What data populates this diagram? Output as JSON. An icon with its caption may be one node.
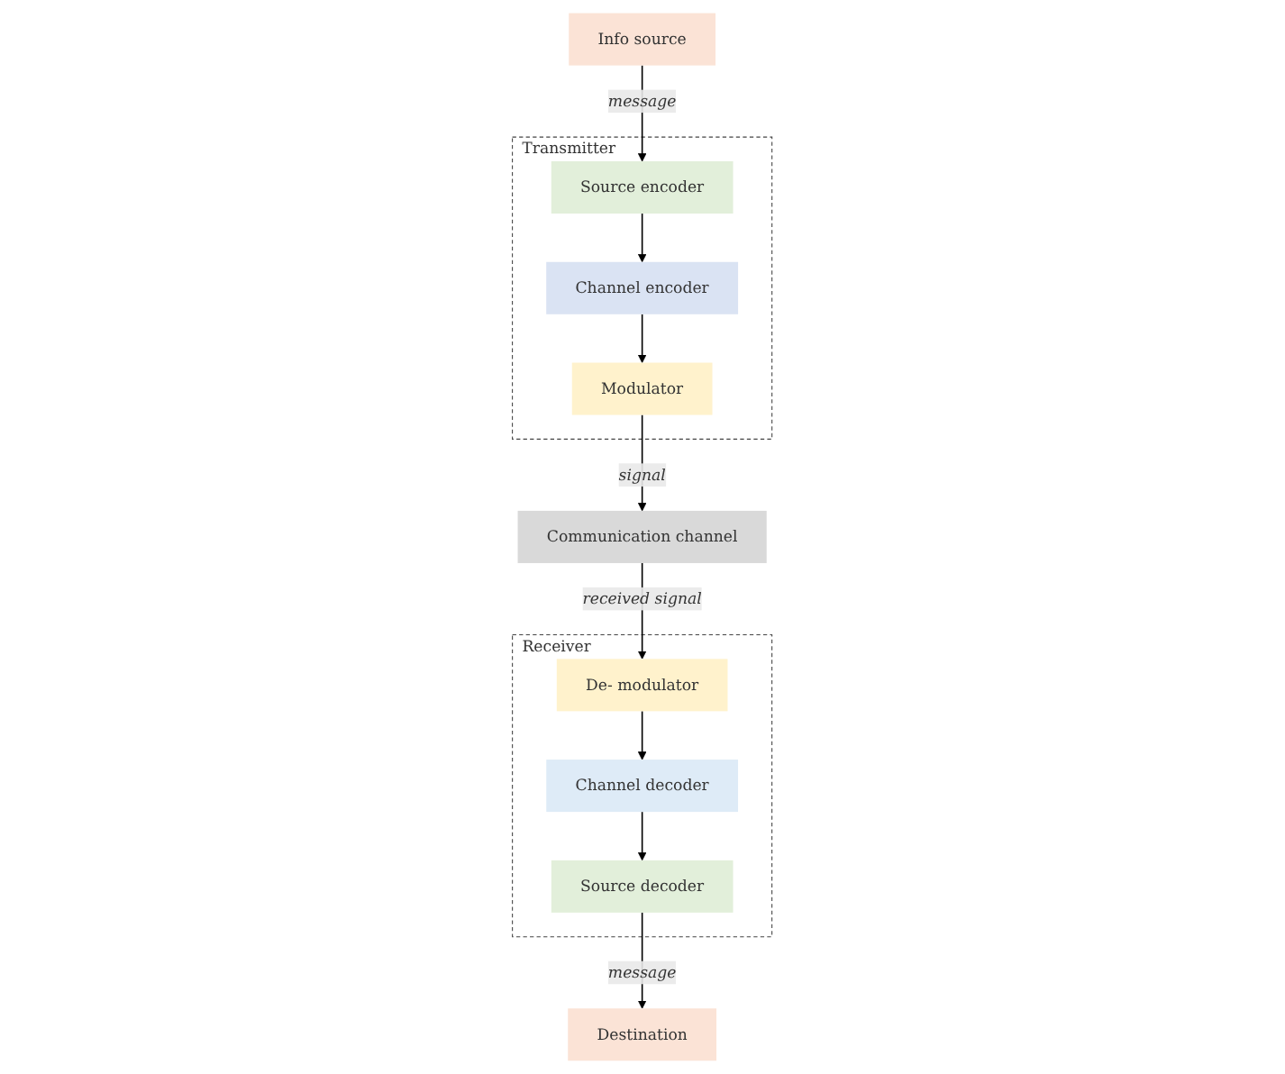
{
  "diagram": {
    "nodes": [
      {
        "text": [
          "Info source"
        ]
      },
      {
        "text": [
          "Transmitter"
        ]
      },
      {
        "text": [
          "Source encoder"
        ],
        "in": 1
      },
      {
        "text": [
          "Channel encoder"
        ],
        "in": 1
      },
      {
        "text": [
          "Modulator"
        ],
        "in": 1
      },
      {
        "text": [
          "Communication channel"
        ]
      },
      {
        "text": [
          "Destination"
        ]
      },
      {
        "text": [
          "Receiver"
        ]
      },
      {
        "text": [
          "Source decoder"
        ],
        "in": 7
      },
      {
        "text": [
          "Channel decoder"
        ],
        "in": 7
      },
      {
        "text": [
          "De- modulator"
        ],
        "in": 7
      }
    ],
    "edges": [
      {
        "from": 0,
        "to": 2,
        "arrow": "to",
        "label": "message"
      },
      {
        "from": 2,
        "to": 3,
        "arrow": "to"
      },
      {
        "from": 3,
        "to": 4,
        "arrow": "to"
      },
      {
        "from": 4,
        "to": 5,
        "arrow": "to",
        "label": "signal"
      },
      {
        "from": 5,
        "to": 10,
        "arrow": "to",
        "label": "received signal"
      },
      {
        "from": 10,
        "to": 9,
        "arrow": "to"
      },
      {
        "from": 9,
        "to": 8,
        "arrow": "to"
      },
      {
        "from": 8,
        "to": 6,
        "arrow": "to",
        "label": "message"
      }
    ]
  }
}
